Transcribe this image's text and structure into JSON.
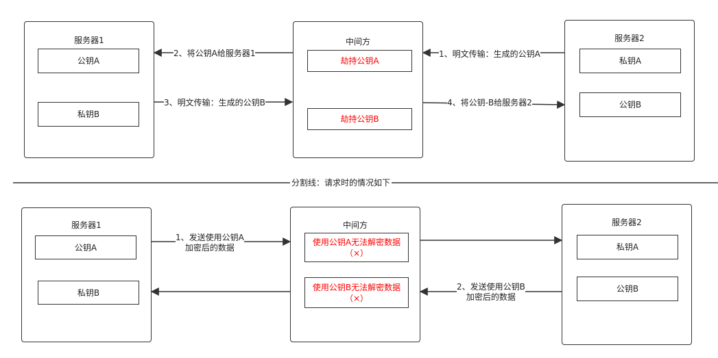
{
  "top": {
    "server1": {
      "title": "服务器1",
      "key1": "公钥A",
      "key2": "私钥B"
    },
    "middle": {
      "title": "中间方",
      "key1": "劫持公钥A",
      "key2": "劫持公钥B"
    },
    "server2": {
      "title": "服务器2",
      "key1": "私钥A",
      "key2": "公钥B"
    },
    "edges": {
      "e1": "1、明文传输：生成的公钥A",
      "e2": "2、将公钥A给服务器1",
      "e3": "3、明文传输：生成的公钥B",
      "e4": "4、将公钥-B给服务器2"
    }
  },
  "divider": {
    "label": "分割线：请求时的情况如下"
  },
  "bottom": {
    "server1": {
      "title": "服务器1",
      "key1": "公钥A",
      "key2": "私钥B"
    },
    "middle": {
      "title": "中间方",
      "key1": "使用公钥A无法解密数据（×）",
      "key2": "使用公钥B无法解密数据（×）"
    },
    "server2": {
      "title": "服务器2",
      "key1": "私钥A",
      "key2": "公钥B"
    },
    "edges": {
      "e1_line1": "1、发送使用公钥A",
      "e1_line2": "加密后的数据",
      "e2_line1": "2、发送使用公钥B",
      "e2_line2": "加密后的数据"
    }
  },
  "colors": {
    "stroke": "#333333",
    "warning_text": "#ff0000"
  }
}
